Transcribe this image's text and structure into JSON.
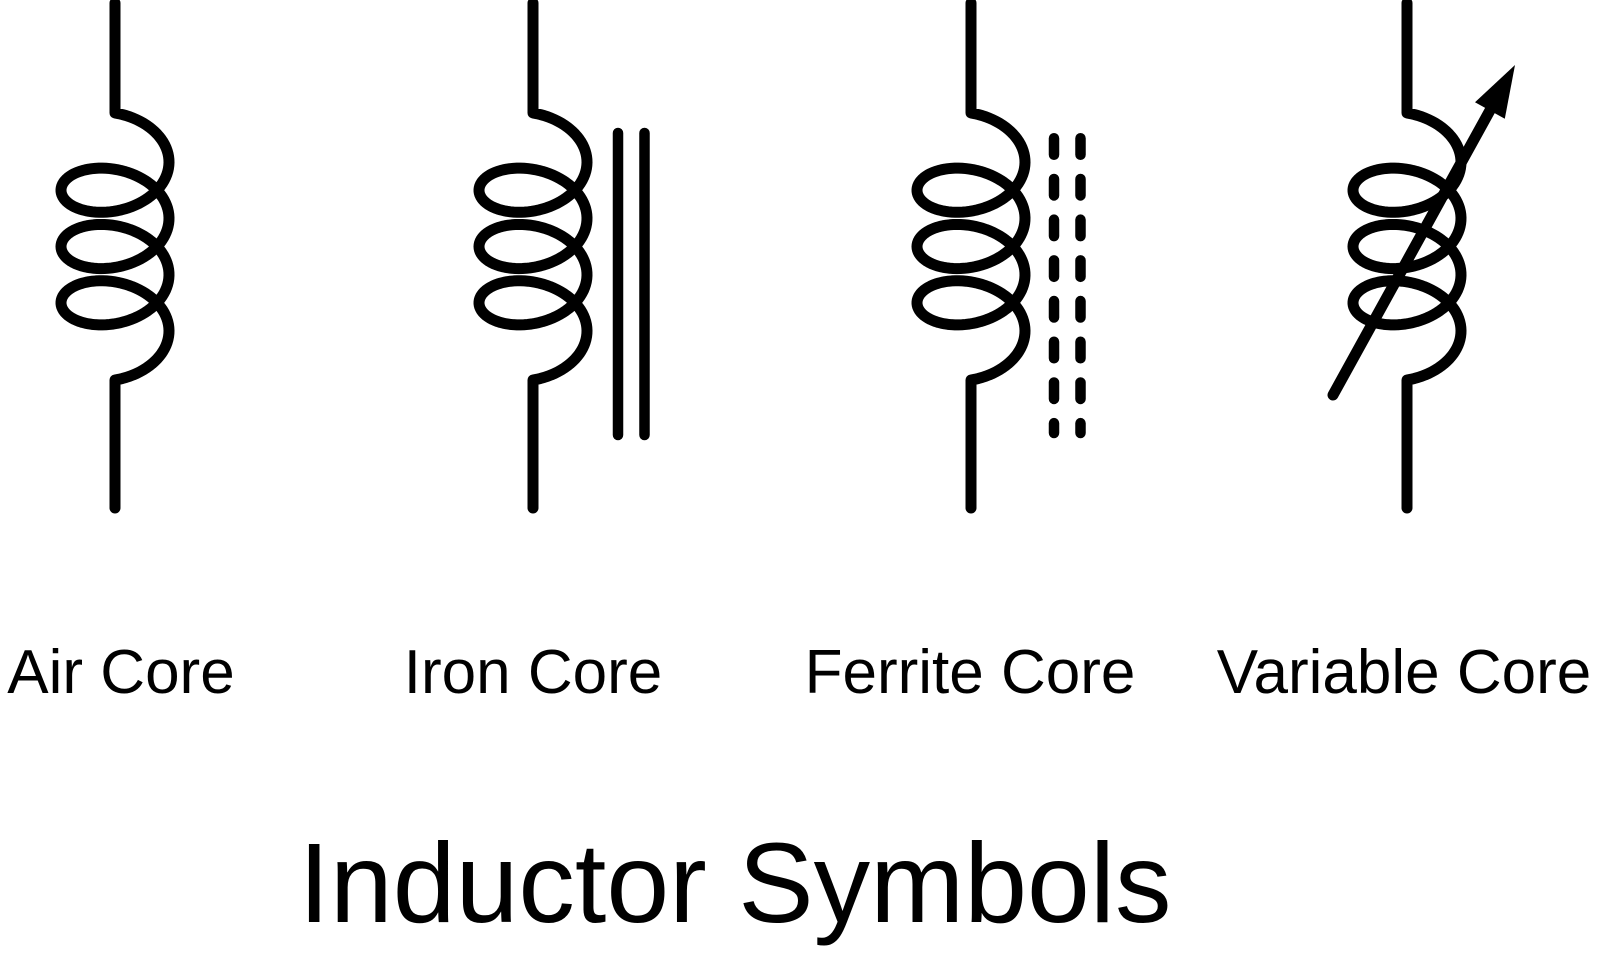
{
  "title": "Inductor Symbols",
  "colors": {
    "ink": "#000000",
    "background": "#ffffff"
  },
  "symbols": [
    {
      "id": "air-core",
      "label": "Air Core",
      "icon": "air-core-inductor-icon",
      "core_marker": "none"
    },
    {
      "id": "iron-core",
      "label": "Iron Core",
      "icon": "iron-core-inductor-icon",
      "core_marker": "two-solid-vertical-lines"
    },
    {
      "id": "ferrite-core",
      "label": "Ferrite Core",
      "icon": "ferrite-core-inductor-icon",
      "core_marker": "two-dashed-vertical-lines"
    },
    {
      "id": "variable-core",
      "label": "Variable Core",
      "icon": "variable-core-inductor-icon",
      "core_marker": "diagonal-arrow"
    }
  ]
}
